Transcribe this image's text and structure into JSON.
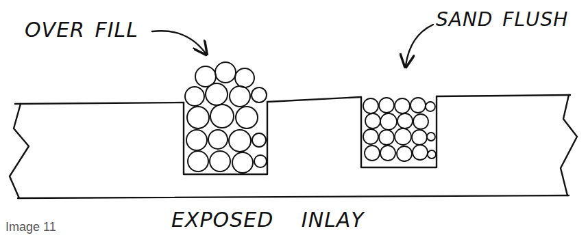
{
  "diagram": {
    "caption": "Image 11",
    "labels": [
      "OVER FILL",
      "SAND FLUSH",
      "EXPOSED INLAY"
    ]
  }
}
